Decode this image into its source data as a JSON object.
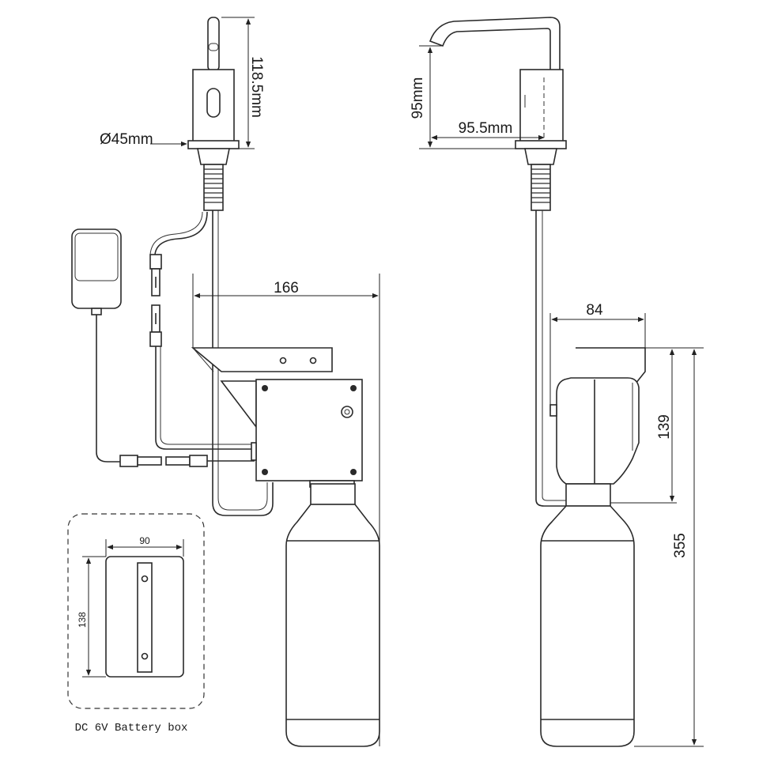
{
  "front_view": {
    "height_label": "118.5mm",
    "diameter_label": "Ø45mm",
    "width_label": "166"
  },
  "side_view": {
    "spout_height_label": "95mm",
    "spout_reach_label": "95.5mm",
    "depth_label": "84",
    "box_height_label": "139",
    "total_height_label": "355"
  },
  "battery_box": {
    "width_label": "90",
    "height_label": "138",
    "caption": "DC 6V Battery box"
  }
}
